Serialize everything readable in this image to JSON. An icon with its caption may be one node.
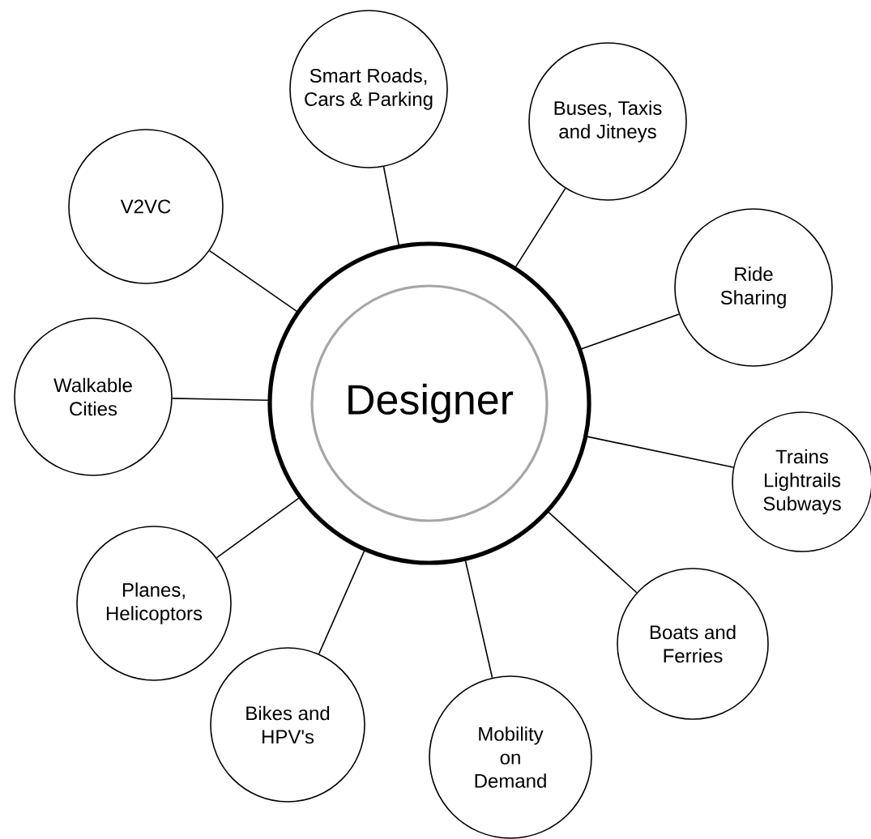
{
  "diagram": {
    "nodes": [
      {
        "text": [
          "Designer"
        ]
      },
      {
        "text": [
          "Smart Roads, Cars & Parking"
        ]
      },
      {
        "text": [
          "Buses, Taxis and Jitneys"
        ]
      },
      {
        "text": [
          "Ride Sharing"
        ]
      },
      {
        "text": [
          "Trains Lightrails Subways"
        ]
      },
      {
        "text": [
          "Boats and Ferries"
        ]
      },
      {
        "text": [
          "Mobility on Demand"
        ]
      },
      {
        "text": [
          "Bikes and HPV's"
        ]
      },
      {
        "text": [
          "Planes, Helicoptors"
        ]
      },
      {
        "text": [
          "Walkable Cities"
        ]
      },
      {
        "text": [
          "V2VC"
        ]
      }
    ],
    "edges": [
      {
        "from": 0,
        "to": 1,
        "arrow": "none"
      },
      {
        "from": 0,
        "to": 2,
        "arrow": "none"
      },
      {
        "from": 0,
        "to": 3,
        "arrow": "none"
      },
      {
        "from": 0,
        "to": 4,
        "arrow": "none"
      },
      {
        "from": 0,
        "to": 5,
        "arrow": "none"
      },
      {
        "from": 0,
        "to": 6,
        "arrow": "none"
      },
      {
        "from": 0,
        "to": 7,
        "arrow": "none"
      },
      {
        "from": 0,
        "to": 8,
        "arrow": "none"
      },
      {
        "from": 0,
        "to": 9,
        "arrow": "none"
      },
      {
        "from": 0,
        "to": 10,
        "arrow": "none"
      }
    ]
  }
}
